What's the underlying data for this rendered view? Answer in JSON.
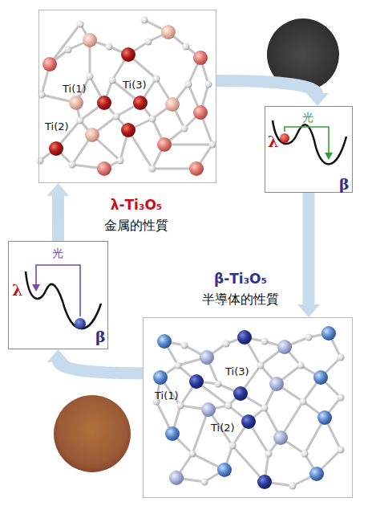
{
  "diagram": {
    "nodes": [
      {
        "text": [
          "Ti(1)",
          "Ti(2)",
          "Ti(3)"
        ]
      },
      {
        "text": [
          "光",
          "λ",
          "β"
        ]
      },
      {
        "text": [
          "Ti(1)",
          "Ti(2)",
          "Ti(3)"
        ]
      },
      {
        "text": [
          "光",
          "λ",
          "β"
        ]
      }
    ],
    "edges": [
      {
        "from": 0,
        "to": 1,
        "arrow": "to"
      },
      {
        "from": 1,
        "to": 2,
        "arrow": "to"
      },
      {
        "from": 2,
        "to": 3,
        "arrow": "to"
      },
      {
        "from": 3,
        "to": 0,
        "arrow": "to"
      }
    ],
    "labels": [
      "λ-Ti₃O₅",
      "金属的性質",
      "β-Ti₃O₅",
      "半導体的性質"
    ]
  }
}
